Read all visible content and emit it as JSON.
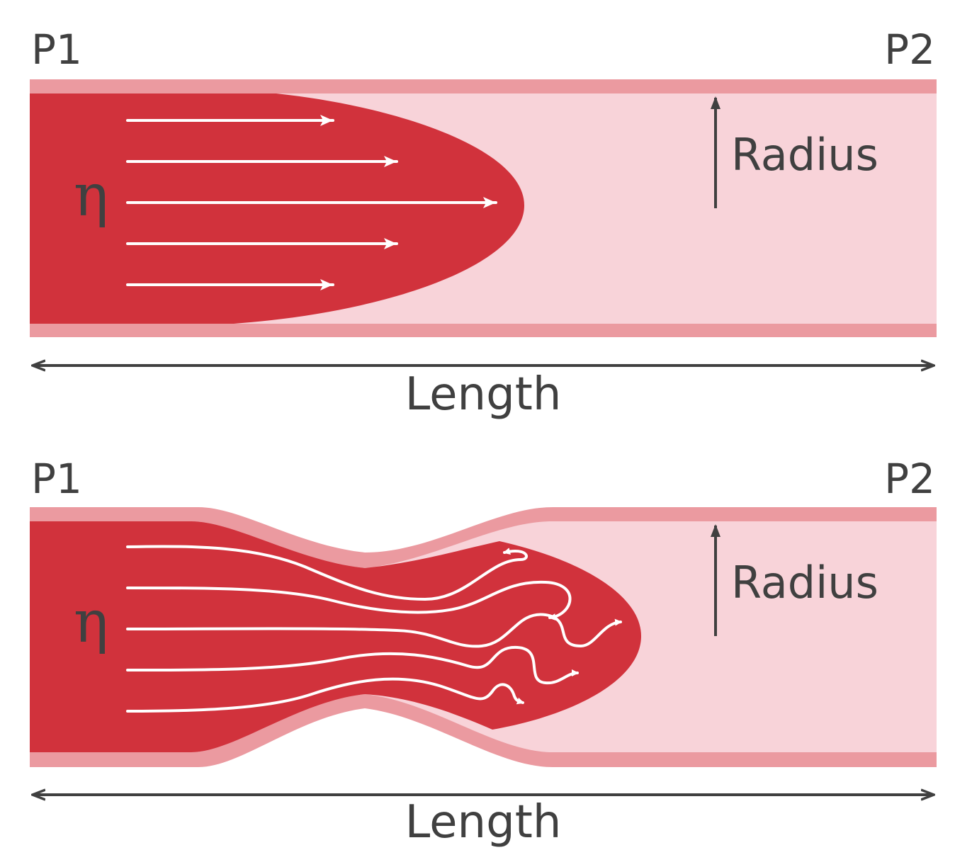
{
  "colors": {
    "wall": "#eb9aa0",
    "lumen": "#f8d3d9",
    "blood": "#d1323c",
    "ink": "#404040",
    "arrow": "#ffffff"
  },
  "diagrams": [
    {
      "id": "laminar",
      "pressure_in": "P1",
      "pressure_out": "P2",
      "viscosity_symbol": "η",
      "radius_label": "Radius",
      "length_label": "Length"
    },
    {
      "id": "stenosis",
      "pressure_in": "P1",
      "pressure_out": "P2",
      "viscosity_symbol": "η",
      "radius_label": "Radius",
      "length_label": "Length"
    }
  ]
}
